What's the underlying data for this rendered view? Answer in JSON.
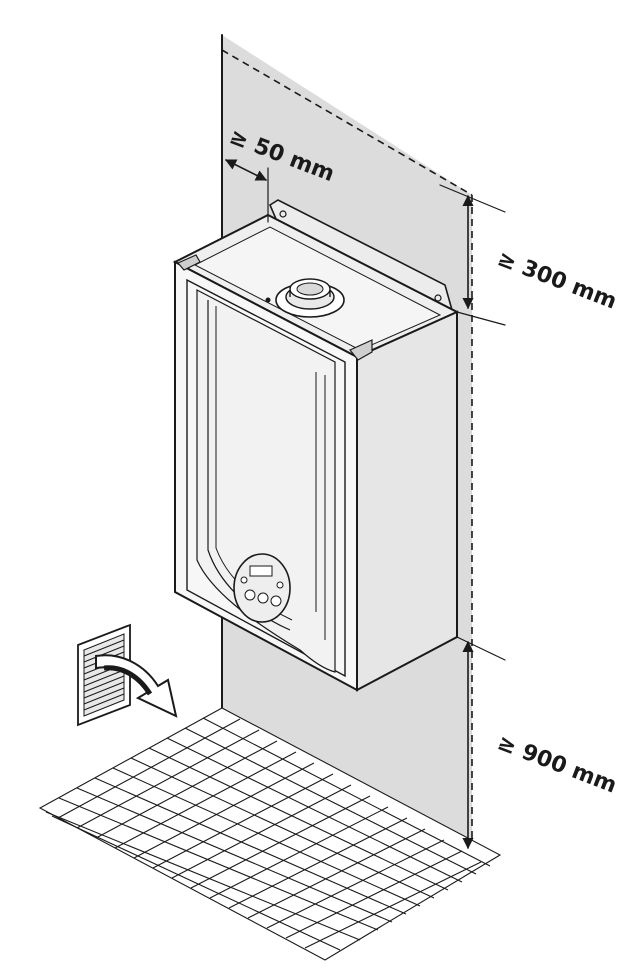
{
  "labels": {
    "side_clearance": "≥ 50 mm",
    "top_clearance": "≥ 300 mm",
    "bottom_clearance": "≥ 900 mm"
  },
  "colors": {
    "wall": "#dcdcdc",
    "line": "#1a1a1a",
    "boiler_front": "#f7f7f7",
    "boiler_side": "#e6e6e6"
  }
}
